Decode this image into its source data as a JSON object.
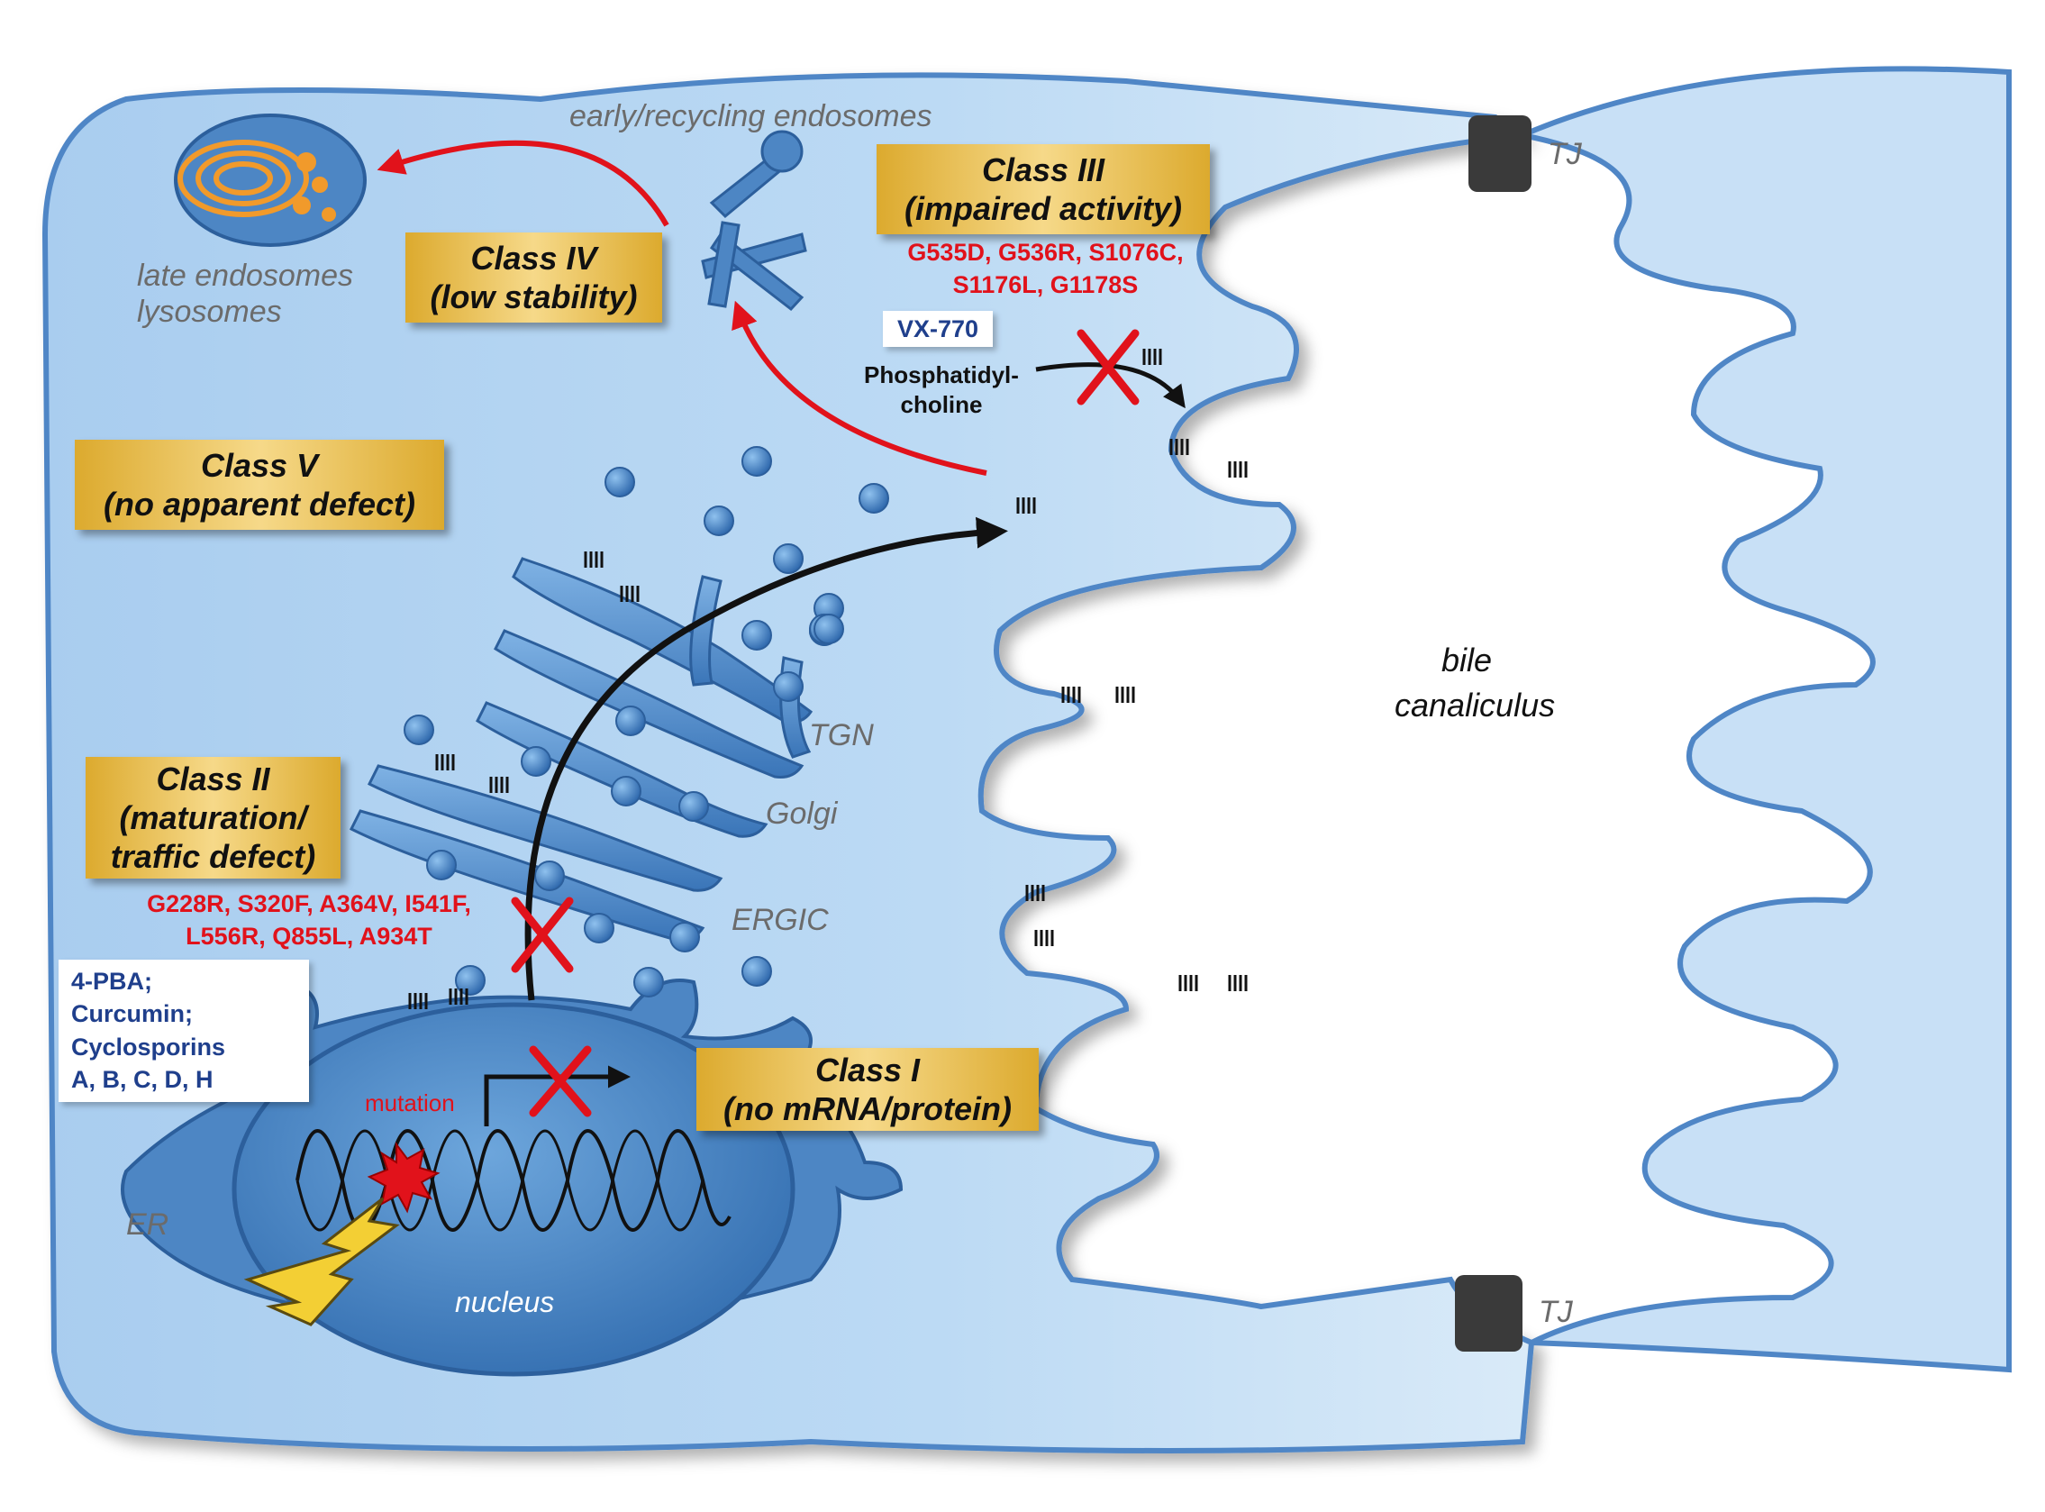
{
  "labels": {
    "endosomes": "early/recycling endosomes",
    "late_endosomes": "late endosomes",
    "lysosomes": "lysosomes",
    "tj_top": "TJ",
    "tj_bottom": "TJ",
    "tgn": "TGN",
    "golgi": "Golgi",
    "ergic": "ERGIC",
    "er": "ER",
    "nucleus": "nucleus",
    "mutation": "mutation",
    "bile_line1": "bile",
    "bile_line2": "canaliculus",
    "phosphatidyl_line1": "Phosphatidyl-",
    "phosphatidyl_line2": "choline"
  },
  "classes": {
    "class1": {
      "title": "Class I",
      "desc": "(no mRNA/protein)"
    },
    "class2": {
      "title": "Class II",
      "desc1": "(maturation/",
      "desc2": "traffic defect)"
    },
    "class3": {
      "title": "Class III",
      "desc": "(impaired activity)"
    },
    "class4": {
      "title": "Class IV",
      "desc": "(low stability)"
    },
    "class5": {
      "title": "Class V",
      "desc": "(no apparent defect)"
    }
  },
  "mutations": {
    "class2_line1": "G228R, S320F, A364V, I541F,",
    "class2_line2": "L556R, Q855L, A934T",
    "class3_line1": "G535D, G536R, S1076C,",
    "class3_line2": "S1176L, G1178S"
  },
  "drugs": {
    "class2_line1": "4-PBA;",
    "class2_line2": "Curcumin;",
    "class2_line3": "Cyclosporins",
    "class2_line4": "A, B, C, D, H",
    "class3": "VX-770"
  },
  "colors": {
    "cytoplasm": "#b9d7f3",
    "membrane": "#5b8fc9",
    "organelle": "#4d86c4",
    "class_box": "#e8c15a",
    "mutation_text": "#e1121b",
    "drug_text": "#1f3f8c",
    "block_cross": "#e1121b",
    "transport_arrow": "#111111",
    "degradation_arrow": "#e1121b"
  },
  "icons": [
    "lightning-icon",
    "mutation-burst-icon",
    "block-cross-icon",
    "transporter-icon",
    "tight-junction-icon"
  ]
}
